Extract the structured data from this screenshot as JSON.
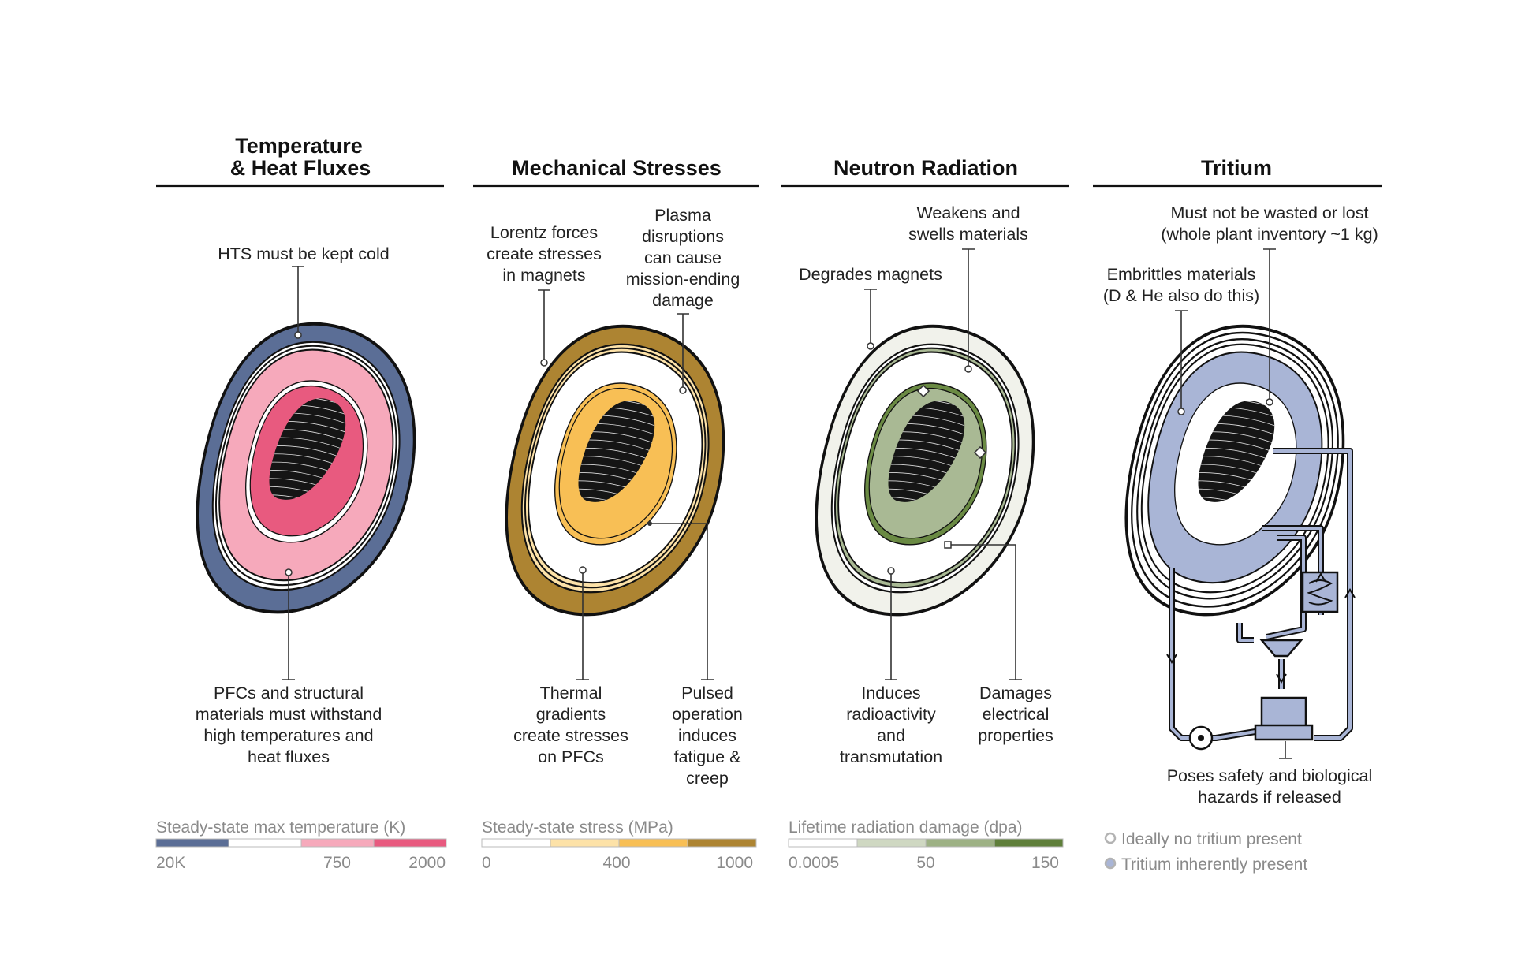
{
  "panels": [
    {
      "title_lines": [
        "Temperature",
        "& Heat Fluxes"
      ],
      "annotations": [
        {
          "lines": [
            "HTS must be kept cold"
          ]
        },
        {
          "lines": [
            "PFCs and structural",
            "materials must withstand",
            "high temperatures and",
            "heat fluxes"
          ]
        }
      ],
      "legend": {
        "title": "Steady-state max temperature (K)",
        "colors": [
          "#5b6e96",
          "#ffffff",
          "#f6a9bb",
          "#e85a7f"
        ],
        "ticks": [
          "20K",
          "750",
          "2000"
        ]
      },
      "fills": {
        "outer": "#5b6e96",
        "mid": "#f6a9bb",
        "inner": "#e85a7f"
      }
    },
    {
      "title_lines": [
        "Mechanical Stresses"
      ],
      "annotations": [
        {
          "lines": [
            "Lorentz forces",
            "create stresses",
            "in magnets"
          ]
        },
        {
          "lines": [
            "Plasma",
            "disruptions",
            "can cause",
            "mission-ending",
            "damage"
          ]
        },
        {
          "lines": [
            "Thermal",
            "gradients",
            "create stresses",
            "on PFCs"
          ]
        },
        {
          "lines": [
            "Pulsed",
            "operation",
            "induces",
            "fatigue &",
            "creep"
          ]
        }
      ],
      "legend": {
        "title": "Steady-state stress (MPa)",
        "colors": [
          "#ffffff",
          "#fde2a8",
          "#f8bf55",
          "#ad8432"
        ],
        "ticks": [
          "0",
          "400",
          "1000"
        ]
      },
      "fills": {
        "outer": "#ad8432",
        "mid": "#fde2a8",
        "inner": "#f8bf55"
      }
    },
    {
      "title_lines": [
        "Neutron Radiation"
      ],
      "annotations": [
        {
          "lines": [
            "Degrades magnets"
          ]
        },
        {
          "lines": [
            "Weakens and",
            "swells materials"
          ]
        },
        {
          "lines": [
            "Induces",
            "radioactivity",
            "and",
            "transmutation"
          ]
        },
        {
          "lines": [
            "Damages",
            "electrical",
            "properties"
          ]
        }
      ],
      "legend": {
        "title": "Lifetime radiation damage (dpa)",
        "colors": [
          "#ffffff",
          "#cfd8c2",
          "#9db184",
          "#5f7f3a"
        ],
        "ticks": [
          "0.0005",
          "50",
          "150"
        ]
      },
      "fills": {
        "outer": "#f1f2eb",
        "mid": "#a9b994",
        "inner": "#6a8a43"
      }
    },
    {
      "title_lines": [
        "Tritium"
      ],
      "annotations": [
        {
          "lines": [
            "Must not be wasted or lost",
            "(whole plant inventory ~1 kg)"
          ]
        },
        {
          "lines": [
            "Embrittles materials",
            "(D & He also do this)"
          ]
        },
        {
          "lines": [
            "Poses safety and biological",
            "hazards if released"
          ]
        }
      ],
      "legend_items": [
        {
          "label": "Ideally no tritium present",
          "color": "#ffffff"
        },
        {
          "label": "Tritium inherently present",
          "color": "#a9b5d6"
        }
      ],
      "fills": {
        "outer": "#ffffff",
        "mid": "#a9b5d6",
        "inner": "#ffffff"
      }
    }
  ]
}
